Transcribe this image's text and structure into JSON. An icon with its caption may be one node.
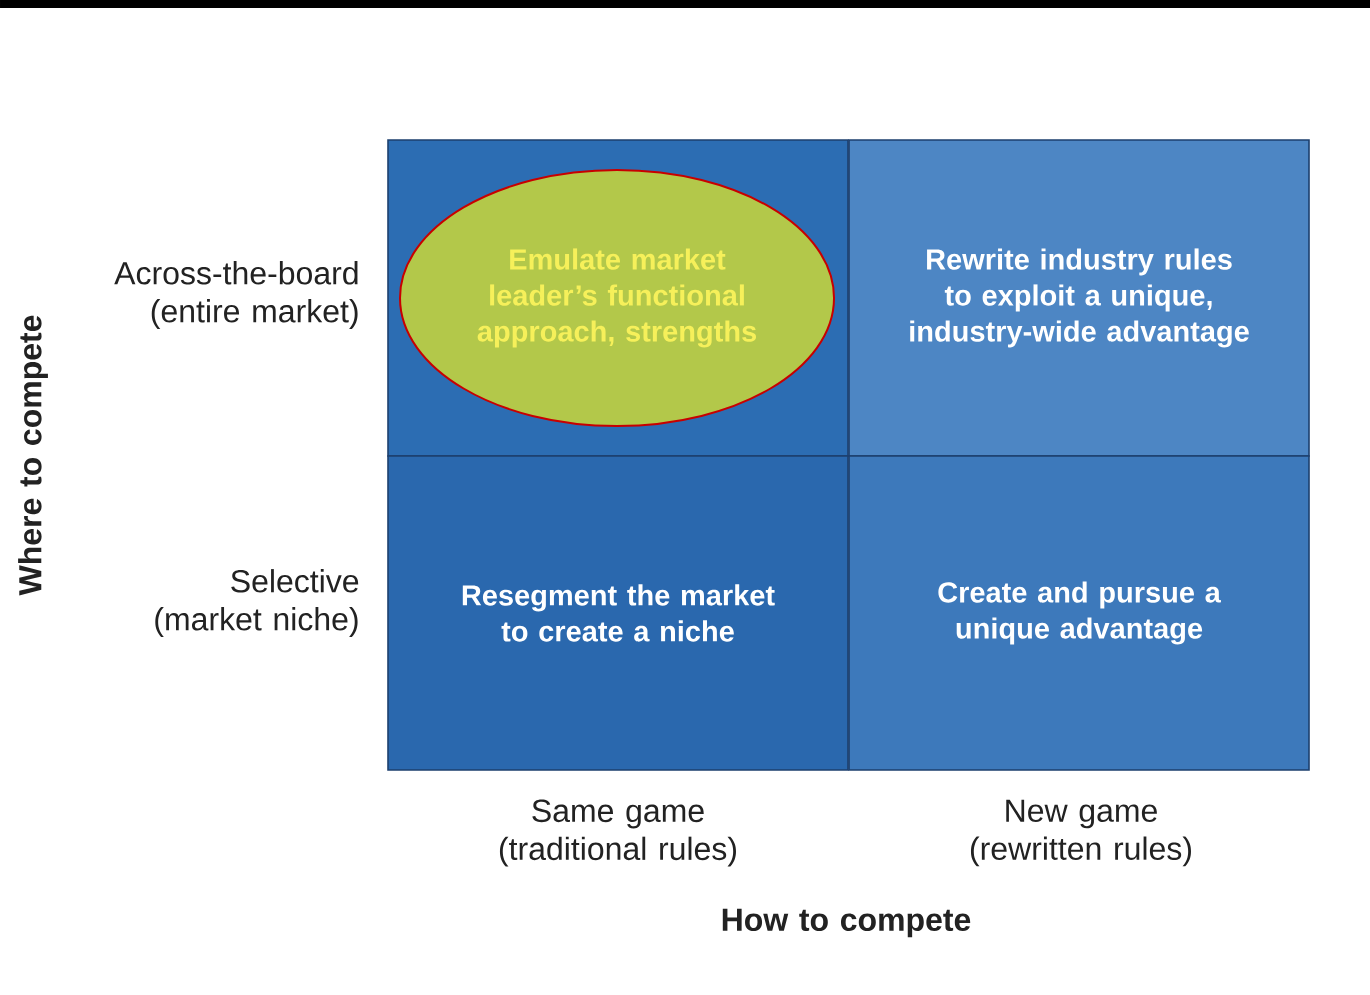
{
  "diagram": {
    "nodes": [
      {
        "text": [],
        "shape": "box"
      },
      {
        "text": [
          "Emulate market leader’s functional approach, strengths"
        ],
        "in": 0
      },
      {
        "text": [
          "Rewrite industry rules to exploit a unique, industry-wide advantage"
        ]
      },
      {
        "text": [
          "Resegment the market to create a niche"
        ]
      },
      {
        "text": [
          "Create and pursue a unique advantage"
        ]
      }
    ],
    "labels": [
      "Across-the-board (entire market)",
      "Selective (market niche)",
      "Where to compete",
      "Same game (traditional rules)",
      "New game (rewritten rules)",
      "How to compete"
    ]
  }
}
